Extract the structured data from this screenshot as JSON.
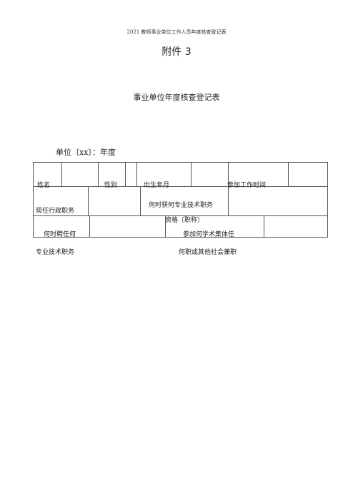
{
  "header": "2021 教师事业单位工作人员年度核查登记表",
  "attachment": "附件 3",
  "title": "事业单位年度核查登记表",
  "unit_line": "单位〔xx〕：年度",
  "form": {
    "name": "姓名",
    "gender": "性别",
    "birth": "出生年月",
    "work_start": "参加工作时间",
    "admin_post": "现任行政职务",
    "tech_obtained": "何时获何专业技术职务",
    "qualification": "资格〔职称〕",
    "hired_when": "何时聘任何",
    "academic_group": "参加何学术集体任",
    "tech_post": "专业技术职务",
    "social_post": "何职或其他社会兼职"
  }
}
